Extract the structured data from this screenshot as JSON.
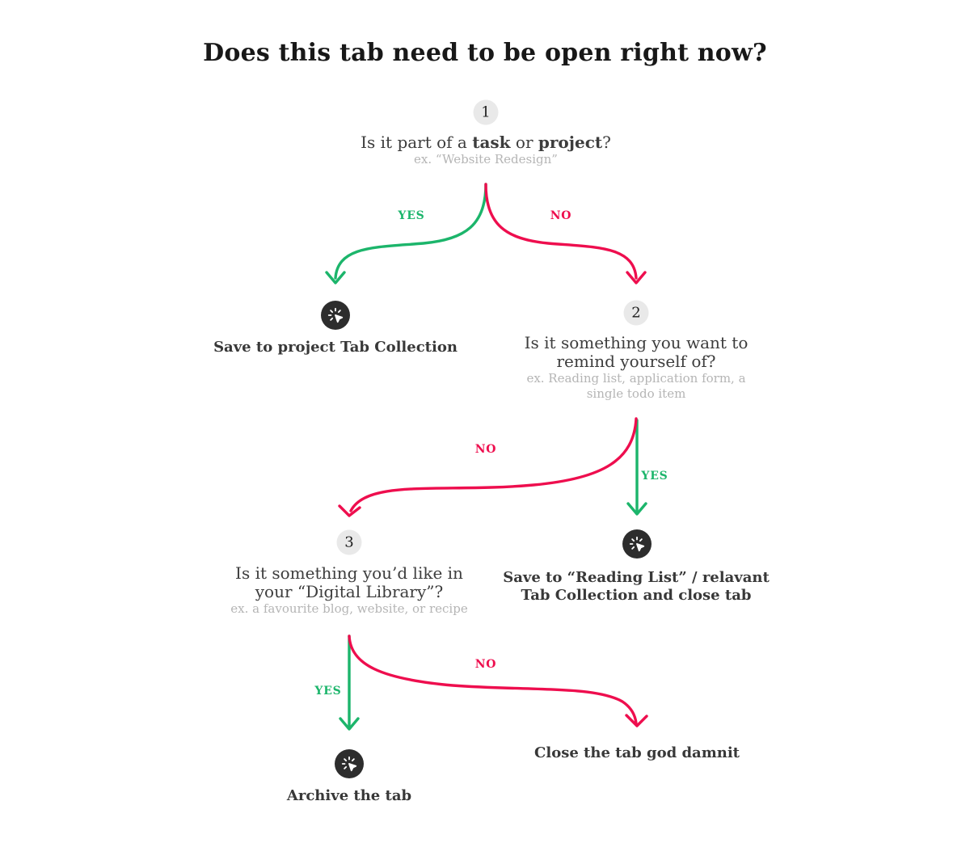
{
  "title": "Does this tab need to be open right now?",
  "colors": {
    "yes": "#1cb56b",
    "no": "#ee0e4e",
    "badge": "#e9e9e9",
    "icon_circle": "#2d2d2d"
  },
  "nodes": {
    "q1": {
      "number": "1",
      "t1": "Is it part of a ",
      "t2": "task",
      "t3": " or ",
      "t4": "project",
      "t5": "?",
      "subtitle": "ex. “Website Redesign”"
    },
    "q2": {
      "number": "2",
      "line1": "Is it something you want to",
      "line2": "remind yourself of?",
      "sub1": "ex. Reading list, application form, a",
      "sub2": "single todo item"
    },
    "q3": {
      "number": "3",
      "line1": "Is it something you’d like in",
      "line2": "your “Digital Library”?",
      "subtitle": "ex. a favourite blog, website, or recipe"
    }
  },
  "results": {
    "r1": {
      "icon": "click-cursor-icon",
      "label": "Save to project Tab Collection"
    },
    "r2": {
      "icon": "click-cursor-icon",
      "line1": "Save to “Reading List” / relavant",
      "line2": "Tab Collection and close tab"
    },
    "r3": {
      "icon": "click-cursor-icon",
      "label": "Archive the tab"
    },
    "r4": {
      "label": "Close the tab god damnit"
    }
  },
  "edges": {
    "q1_yes": "YES",
    "q1_no": "NO",
    "q2_no": "NO",
    "q2_yes": "YES",
    "q3_yes": "YES",
    "q3_no": "NO"
  }
}
